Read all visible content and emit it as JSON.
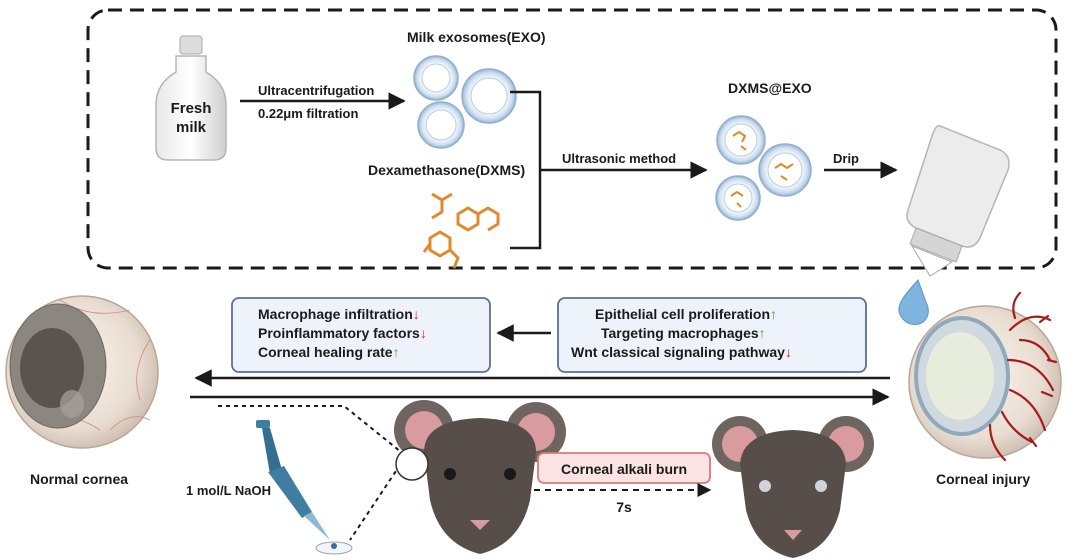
{
  "bottle_label": [
    "Fresh",
    "milk"
  ],
  "step1": {
    "line1": "Ultracentrifugation",
    "line2": "0.22μm filtration"
  },
  "exo_label": "Milk exosomes(EXO)",
  "dxms_label": "Dexamethasone(DXMS)",
  "ultrasonic_label": "Ultrasonic method",
  "product_label": "DXMS@EXO",
  "drip_label": "Drip",
  "effects_left": [
    {
      "text": "Macrophage infiltration",
      "trend": "↓"
    },
    {
      "text": "Proinflammatory factors",
      "trend": "↓"
    },
    {
      "text": "Corneal healing rate",
      "trend": "↑"
    }
  ],
  "effects_right": [
    {
      "text": "Epithelial cell proliferation",
      "trend": "↑"
    },
    {
      "text": "Targeting macrophages",
      "trend": "↑"
    },
    {
      "text": "Wnt classical signaling pathway",
      "trend": "↓"
    }
  ],
  "normal_label": "Normal cornea",
  "injury_label": "Corneal injury",
  "naoh_label": "1 mol/L NaOH",
  "burn_label": "Corneal alkali burn",
  "time_label": "7s",
  "colors": {
    "up": "#3aa63a",
    "down": "#e0201b",
    "orange": "#e08a2e",
    "box_fill": "#eef2fa",
    "box_stroke": "#5a6f9c",
    "burn_fill": "#fbe3e3",
    "burn_stroke": "#d97a7a"
  }
}
